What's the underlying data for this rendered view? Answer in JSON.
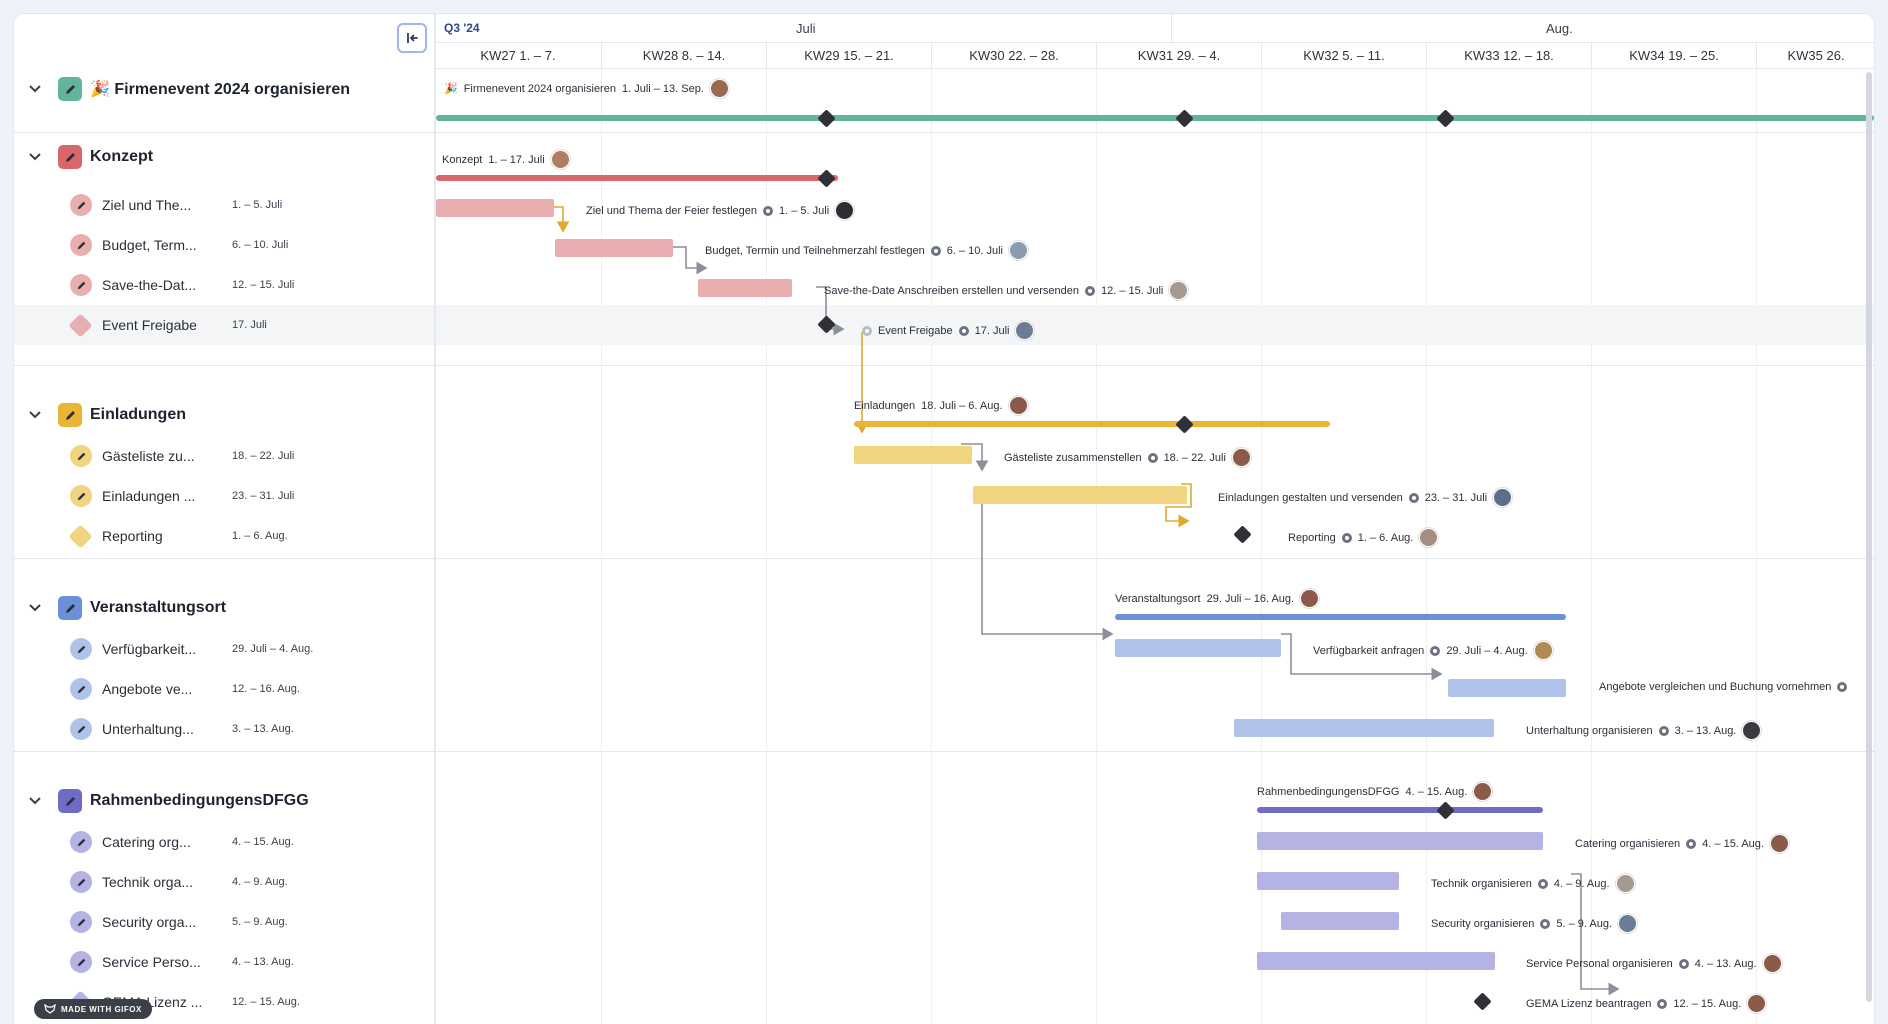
{
  "header": {
    "quarter": "Q3 '24",
    "months": [
      "Juli",
      "Aug."
    ],
    "weeks": [
      "KW27 1. – 7.",
      "KW28 8. – 14.",
      "KW29 15. – 21.",
      "KW30 22. – 28.",
      "KW31 29. – 4.",
      "KW32 5. – 11.",
      "KW33 12. – 18.",
      "KW34 19. – 25.",
      "KW35 26."
    ]
  },
  "colors": {
    "project": "#64b39b",
    "konzept": "#d7676a",
    "konzept_light": "#e9aeb0",
    "einladungen": "#e9b535",
    "einladungen_light": "#f1d47f",
    "ort": "#6d8fd7",
    "ort_light": "#aec2ea",
    "rahmen": "#6f6cc6",
    "rahmen_light": "#b5b3e4"
  },
  "project": {
    "emoji": "🎉",
    "name": "Firmenevent 2024 organisieren",
    "bar_label": "Firmenevent 2024 organisieren",
    "dates": "1. Juli – 13. Sep."
  },
  "groups": [
    {
      "name": "Konzept",
      "bar_label": "Konzept",
      "dates": "1. – 17. Juli",
      "tasks": [
        {
          "short": "Ziel und The...",
          "full": "Ziel und Thema der Feier festlegen",
          "dates": "1. – 5. Juli"
        },
        {
          "short": "Budget, Term...",
          "full": "Budget, Termin und Teilnehmerzahl festlegen",
          "dates": "6. – 10. Juli"
        },
        {
          "short": "Save-the-Dat...",
          "full": "Save-the-Date Anschreiben erstellen und versenden",
          "dates": "12. – 15. Juli"
        },
        {
          "short": "Event Freigabe",
          "full": "Event Freigabe",
          "dates": "17. Juli"
        }
      ]
    },
    {
      "name": "Einladungen",
      "bar_label": "Einladungen",
      "dates": "18. Juli – 6. Aug.",
      "tasks": [
        {
          "short": "Gästeliste zu...",
          "full": "Gästeliste zusammenstellen",
          "dates": "18. – 22. Juli"
        },
        {
          "short": "Einladungen ...",
          "full": "Einladungen gestalten und versenden",
          "dates": "23. – 31. Juli"
        },
        {
          "short": "Reporting",
          "full": "Reporting",
          "dates": "1. – 6. Aug."
        }
      ]
    },
    {
      "name": "Veranstaltungsort",
      "bar_label": "Veranstaltungsort",
      "dates": "29. Juli – 16. Aug.",
      "tasks": [
        {
          "short": "Verfügbarkeit...",
          "full": "Verfügbarkeit anfragen",
          "dates": "29. Juli – 4. Aug."
        },
        {
          "short": "Angebote ve...",
          "full": "Angebote vergleichen und Buchung vornehmen",
          "dates": "12. – 16. Aug."
        },
        {
          "short": "Unterhaltung...",
          "full": "Unterhaltung organisieren",
          "dates": "3. – 13. Aug."
        }
      ]
    },
    {
      "name": "RahmenbedingungensDFGG",
      "bar_label": "RahmenbedingungensDFGG",
      "dates": "4. – 15. Aug.",
      "tasks": [
        {
          "short": "Catering org...",
          "full": "Catering organisieren",
          "dates": "4. – 15. Aug."
        },
        {
          "short": "Technik orga...",
          "full": "Technik organisieren",
          "dates": "4. – 9. Aug."
        },
        {
          "short": "Security orga...",
          "full": "Security organisieren",
          "dates": "5. – 9. Aug."
        },
        {
          "short": "Service Perso...",
          "full": "Service Personal organisieren",
          "dates": "4. – 13. Aug."
        },
        {
          "short": "GEMA Lizenz ...",
          "full": "GEMA Lizenz beantragen",
          "dates": "12. – 15. Aug."
        }
      ]
    }
  ],
  "badge": "MADE WITH GIFOX"
}
